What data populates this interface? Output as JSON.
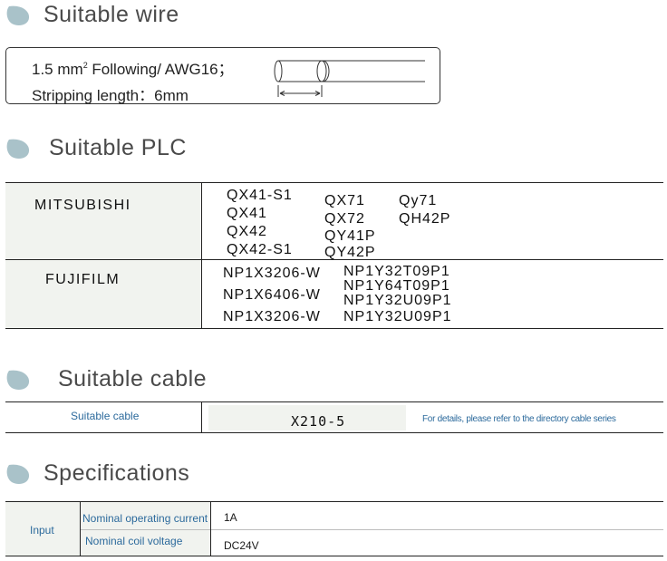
{
  "colors": {
    "bullet": "#a9c2c9",
    "accent_text": "#2c6a9c",
    "heading_text": "#4a4a4a",
    "shade": "#f1f3ef"
  },
  "sections": {
    "wire": {
      "title": "Suitable wire",
      "line1_pre": "1.5 mm",
      "line1_sup": "2",
      "line1_post": " Following/ AWG16；",
      "line2": "Stripping length：6mm"
    },
    "plc": {
      "title": "Suitable PLC",
      "rows": [
        {
          "brand": "MITSUBISHI",
          "col1": [
            "QX41-S1",
            "QX41",
            "QX42",
            "QX42-S1"
          ],
          "col2": [
            "QX71",
            "QX72",
            "QY41P",
            "QY42P"
          ],
          "col3": [
            "Qy71",
            "QH42P"
          ]
        },
        {
          "brand": "FUJIFILM",
          "col1": [
            "NP1X3206-W",
            "NP1X6406-W",
            "NP1X3206-W"
          ],
          "col2": [
            "NP1Y32T09P1",
            "NP1Y64T09P1",
            "NP1Y32U09P1",
            "NP1Y32U09P1"
          ]
        }
      ]
    },
    "cable": {
      "title": "Suitable cable",
      "label": "Suitable cable",
      "value": "X210-5",
      "note": "For details, please refer to the directory cable series"
    },
    "specs": {
      "title": "Specifications",
      "group": "Input",
      "rows": [
        {
          "name": "Nominal operating current",
          "value": "1A"
        },
        {
          "name": "Nominal coil voltage",
          "value": "DC24V"
        }
      ]
    }
  }
}
